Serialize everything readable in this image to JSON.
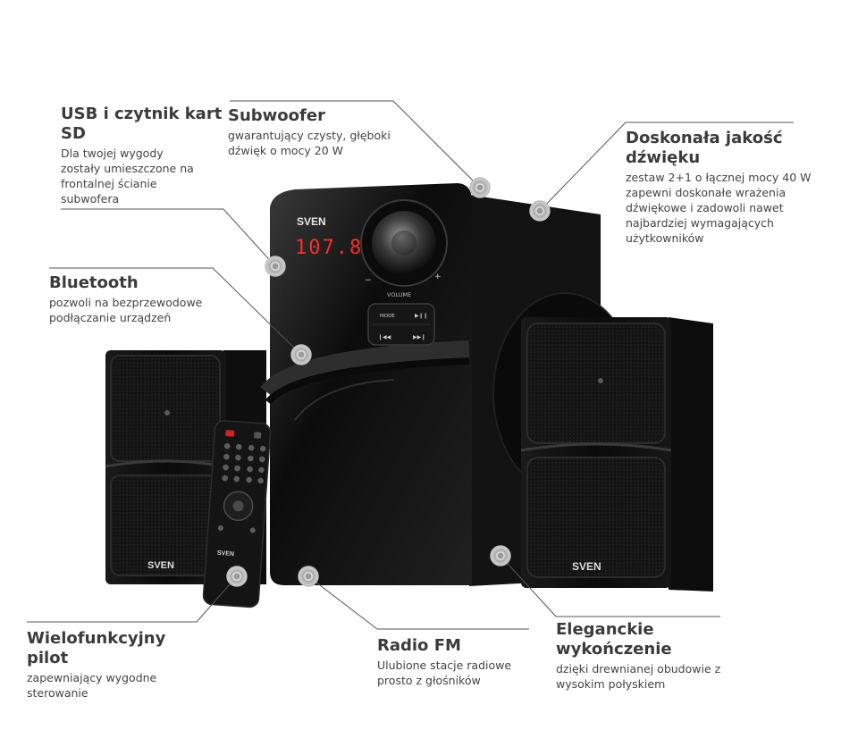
{
  "brand": "SVEN",
  "display": {
    "readout": "107.8",
    "volume_label": "VOLUME",
    "mode_label": "MODE",
    "minus": "−",
    "plus": "+"
  },
  "features": [
    {
      "id": "usb",
      "title": "USB i czytnik kart SD",
      "desc": "Dla twojej wygody zostały umieszczone na frontalnej ścianie subwofera"
    },
    {
      "id": "subwoofer",
      "title": "Subwoofer",
      "desc": "gwarantujący czysty, głęboki dźwięk o mocy 20 W"
    },
    {
      "id": "quality",
      "title": "Doskonała jakość dźwięku",
      "desc": "zestaw 2+1  o łącznej mocy 40 W zapewni doskonałe wrażenia dźwiękowe i zadowoli nawet najbardziej wymagających użytkowników"
    },
    {
      "id": "bluetooth",
      "title": "Bluetooth",
      "desc": "pozwoli na bezprzewodowe podłączanie urządzeń"
    },
    {
      "id": "remote",
      "title": "Wielofunkcyjny pilot",
      "desc": "zapewniający wygodne sterowanie"
    },
    {
      "id": "radio",
      "title": "Radio FM",
      "desc": "Ulubione stacje radiowe prosto z głośników"
    },
    {
      "id": "finish",
      "title": "Eleganckie wykończenie",
      "desc": "dzięki drewnianej obudowie z wysokim połyskiem"
    }
  ]
}
